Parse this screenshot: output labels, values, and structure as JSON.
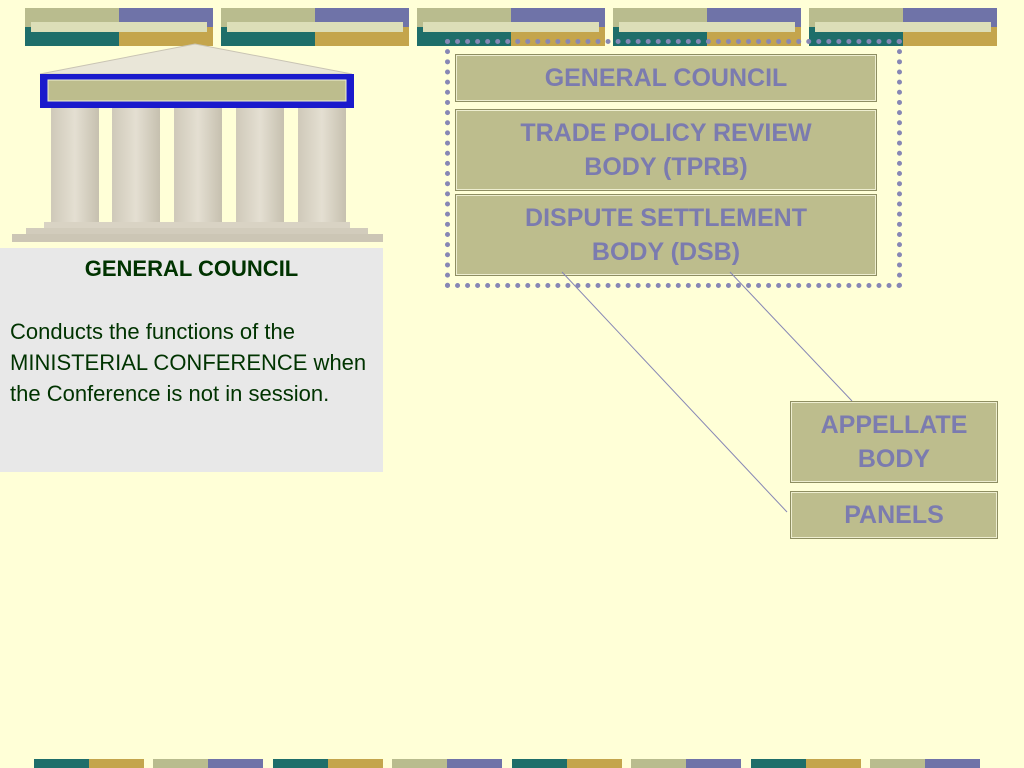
{
  "diagram": {
    "structure": {
      "items": [
        {
          "label": "GENERAL COUNCIL"
        },
        {
          "label": "TRADE POLICY REVIEW BODY (TPRB)"
        },
        {
          "label": "DISPUTE SETTLEMENT BODY (DSB)"
        }
      ]
    },
    "dsb_bodies": {
      "items": [
        {
          "label": "APPELLATE BODY"
        },
        {
          "label": "PANELS"
        }
      ]
    }
  },
  "info": {
    "title": "GENERAL COUNCIL",
    "text": "Conducts the functions of the MINISTERIAL CONFERENCE when the Conference is not in session."
  },
  "colors": {
    "background": "#FFFFD7",
    "box_fill": "#BDBD8D",
    "box_text": "#7B7BAF",
    "dashed_border": "#8787B5",
    "info_panel": "#E8E8E8",
    "info_text": "#003300",
    "teal": "#1E6E6A",
    "gold": "#C4A54C",
    "slate": "#6F73A8",
    "khaki": "#B9BC8E"
  }
}
